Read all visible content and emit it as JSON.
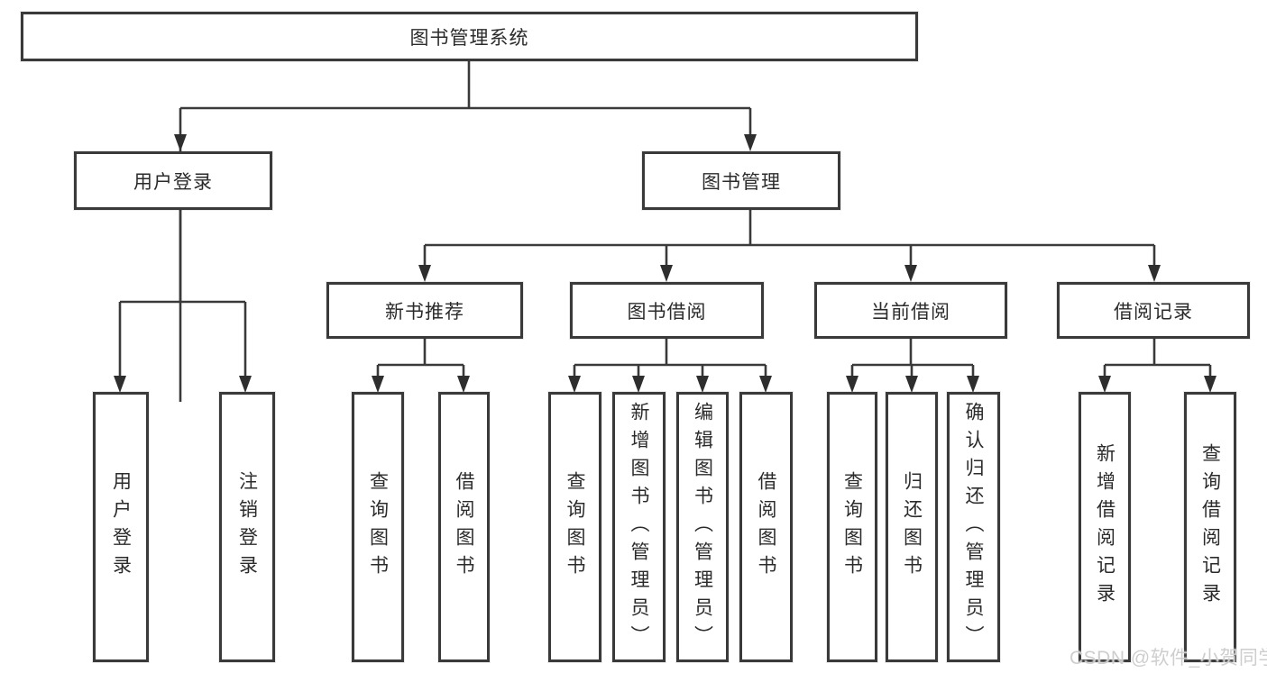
{
  "tree": {
    "root": {
      "label": "图书管理系统"
    },
    "user": {
      "label": "用户登录",
      "children": {
        "login": {
          "label": "用户登录"
        },
        "logout": {
          "label": "注销登录"
        }
      }
    },
    "book": {
      "label": "图书管理",
      "children": {
        "recommend": {
          "label": "新书推荐",
          "children": {
            "query": {
              "label": "查询图书"
            },
            "borrow": {
              "label": "借阅图书"
            }
          }
        },
        "borrowing": {
          "label": "图书借阅",
          "children": {
            "query": {
              "label": "查询图书"
            },
            "add": {
              "label": "新增图书（管理员）"
            },
            "edit": {
              "label": "编辑图书（管理员）"
            },
            "borrow": {
              "label": "借阅图书"
            }
          }
        },
        "current": {
          "label": "当前借阅",
          "children": {
            "query": {
              "label": "查询图书"
            },
            "return": {
              "label": "归还图书"
            },
            "confirm": {
              "label": "确认归还（管理员）"
            }
          }
        },
        "records": {
          "label": "借阅记录",
          "children": {
            "add": {
              "label": "新增借阅记录"
            },
            "query": {
              "label": "查询借阅记录"
            }
          }
        }
      }
    }
  },
  "watermark": {
    "label": "CSDN @软件_小贺同学"
  },
  "colors": {
    "line": "#3a3a3a",
    "border": "#3a3a3a",
    "text": "#2b2b2b",
    "background": "#ffffff",
    "watermark": "#cbcbcb"
  }
}
